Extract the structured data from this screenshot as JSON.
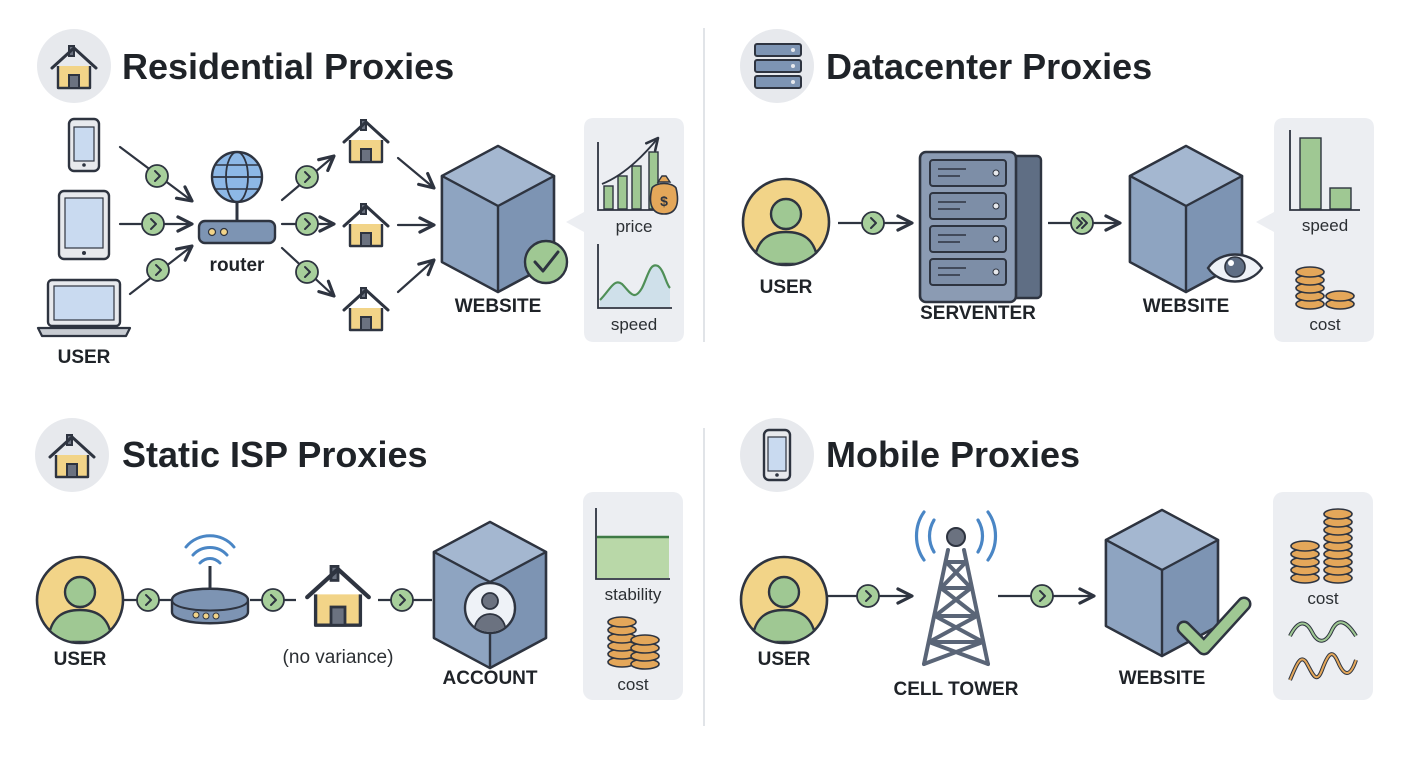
{
  "colors": {
    "ink": "#2e3440",
    "house": "#f2d488",
    "green": "#9fc893",
    "cube_side": "#7d94b3",
    "cube_top": "#9db2ce",
    "cube_front": "#6f86a6",
    "device_screen": "#c9daf0",
    "panel": "#eceef2",
    "coin": "#e4a75a"
  },
  "panels": {
    "residential": {
      "title": "Residential Proxies",
      "user_label": "USER",
      "router_label": "router",
      "website_label": "WEBSITE",
      "metric_price": "price",
      "metric_speed": "speed"
    },
    "datacenter": {
      "title": "Datacenter Proxies",
      "user_label": "USER",
      "server_label": "SERVENTER",
      "website_label": "WEBSITE",
      "metric_speed": "speed",
      "metric_cost": "cost"
    },
    "static_isp": {
      "title": "Static ISP Proxies",
      "user_label": "USER",
      "note": "(no variance)",
      "account_label": "ACCOUNT",
      "metric_stability": "stability",
      "metric_cost": "cost"
    },
    "mobile": {
      "title": "Mobile Proxies",
      "user_label": "USER",
      "tower_label": "CELL TOWER",
      "website_label": "WEBSITE",
      "metric_cost": "cost"
    }
  },
  "icons": {
    "residential_header": "house-icon",
    "datacenter_header": "server-rack-icon",
    "static_header": "house-icon",
    "mobile_header": "smartphone-icon"
  }
}
